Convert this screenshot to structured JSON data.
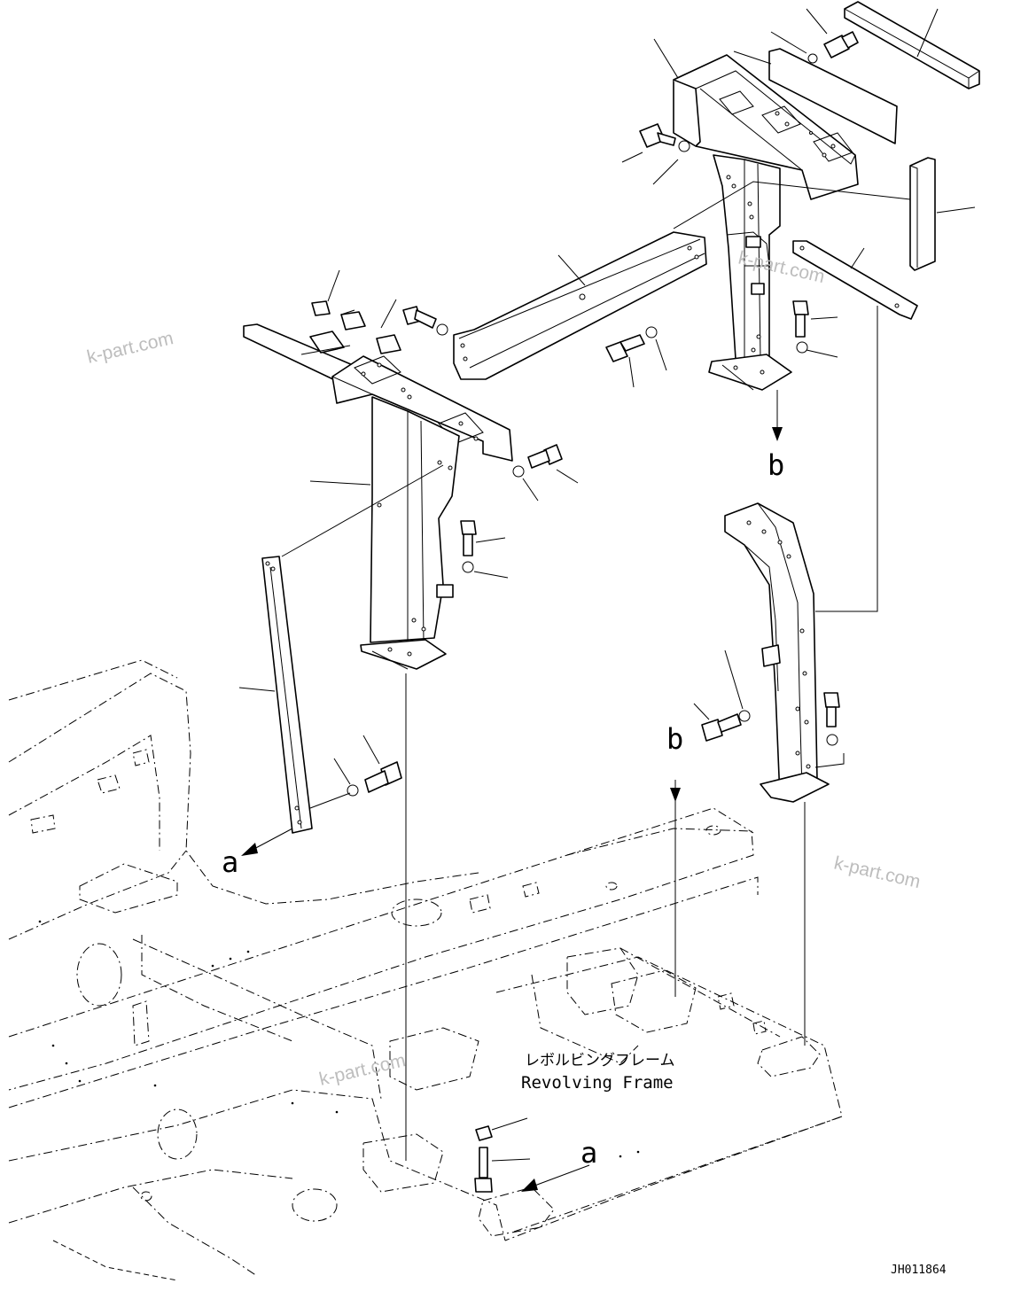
{
  "labels": {
    "ref_a": "a",
    "ref_b": "b",
    "frame_jp": "レボルビングフレーム",
    "frame_en": "Revolving Frame",
    "drawing_id": "JH011864"
  },
  "watermarks": [
    "k-part.com",
    "k-part.com",
    "k-part.com",
    "k-part.com"
  ],
  "icons": {
    "arrow": "arrow-icon",
    "bolt": "bolt-icon",
    "washer": "washer-icon"
  }
}
